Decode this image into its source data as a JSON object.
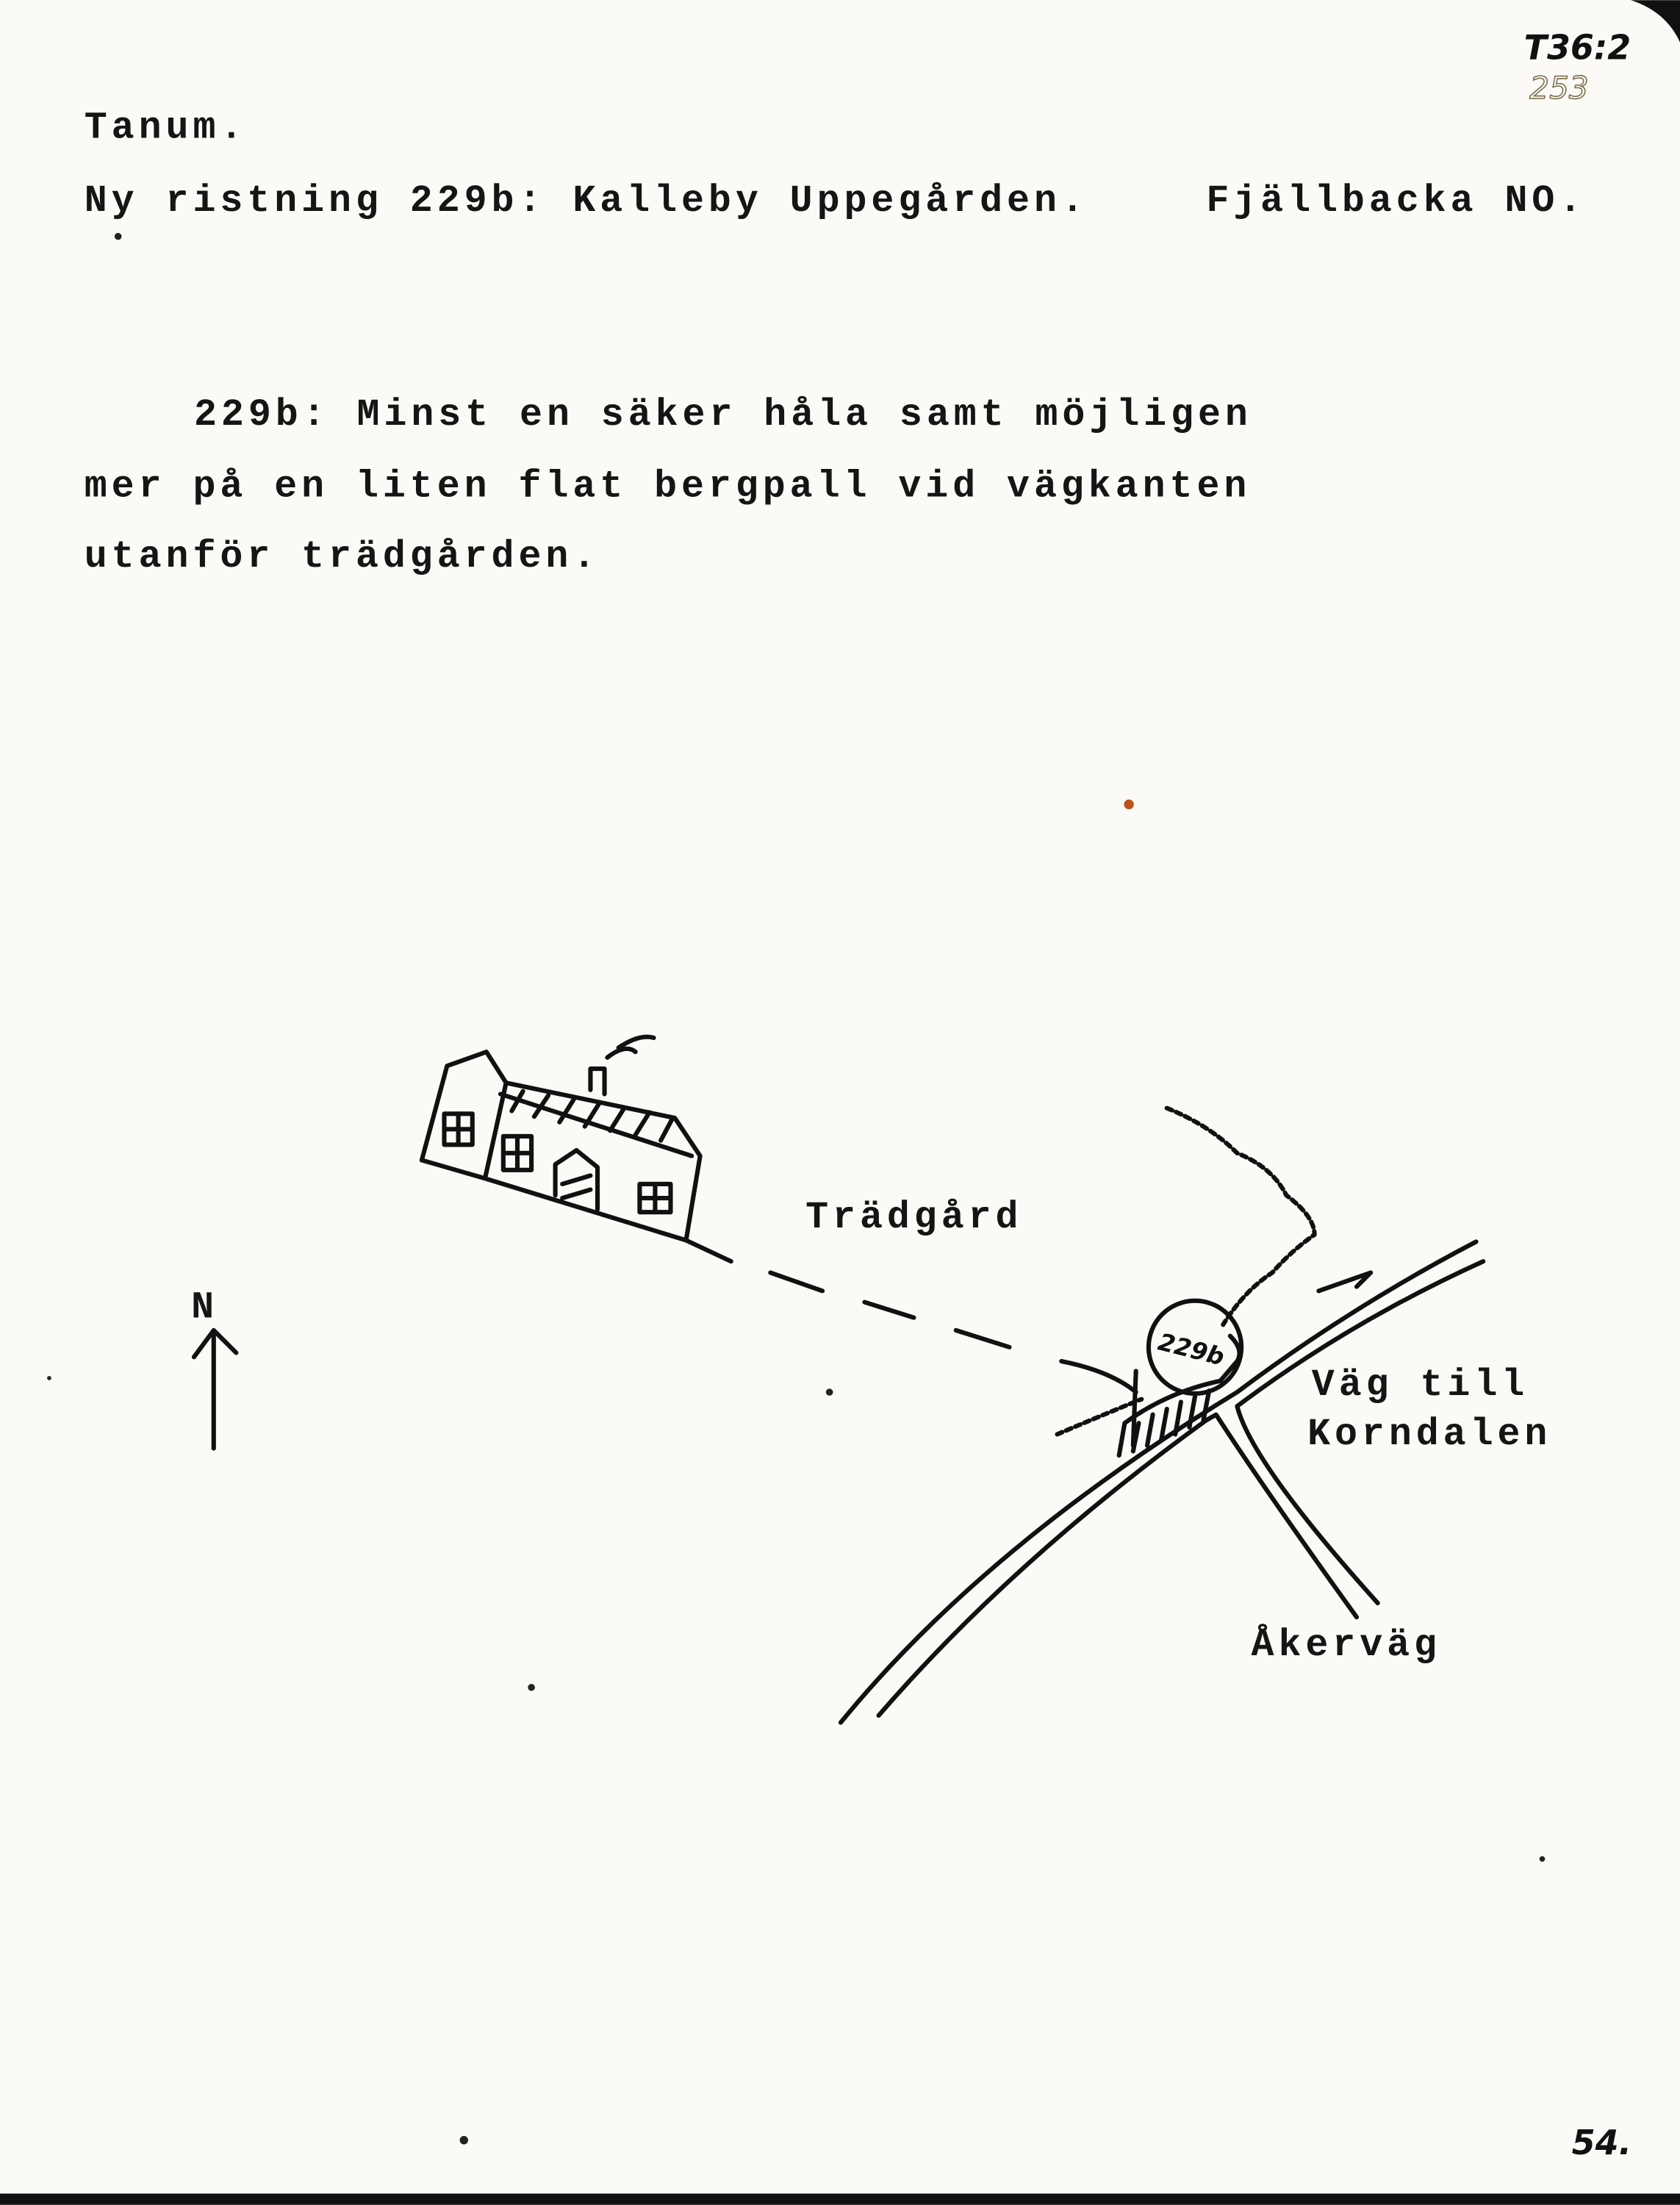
{
  "header": {
    "parish": "Tanum.",
    "title": "Ny ristning 229b: Kalleby Uppegården.",
    "map_sheet": "Fjällbacka NO."
  },
  "archive_marks": {
    "catalogue_number": "T36:2",
    "pencil_number": "253",
    "page_number": "54."
  },
  "description": [
    "229b: Minst en säker håla samt möjligen",
    "mer på en liten flat bergpall vid vägkanten",
    "utanför trädgården."
  ],
  "sketch_map": {
    "north_label": "N",
    "garden_label": "Trädgård",
    "site_label": "229b",
    "road_label_line1": "Väg till",
    "road_label_line2": "Korndalen",
    "field_road_label": "Åkerväg"
  }
}
